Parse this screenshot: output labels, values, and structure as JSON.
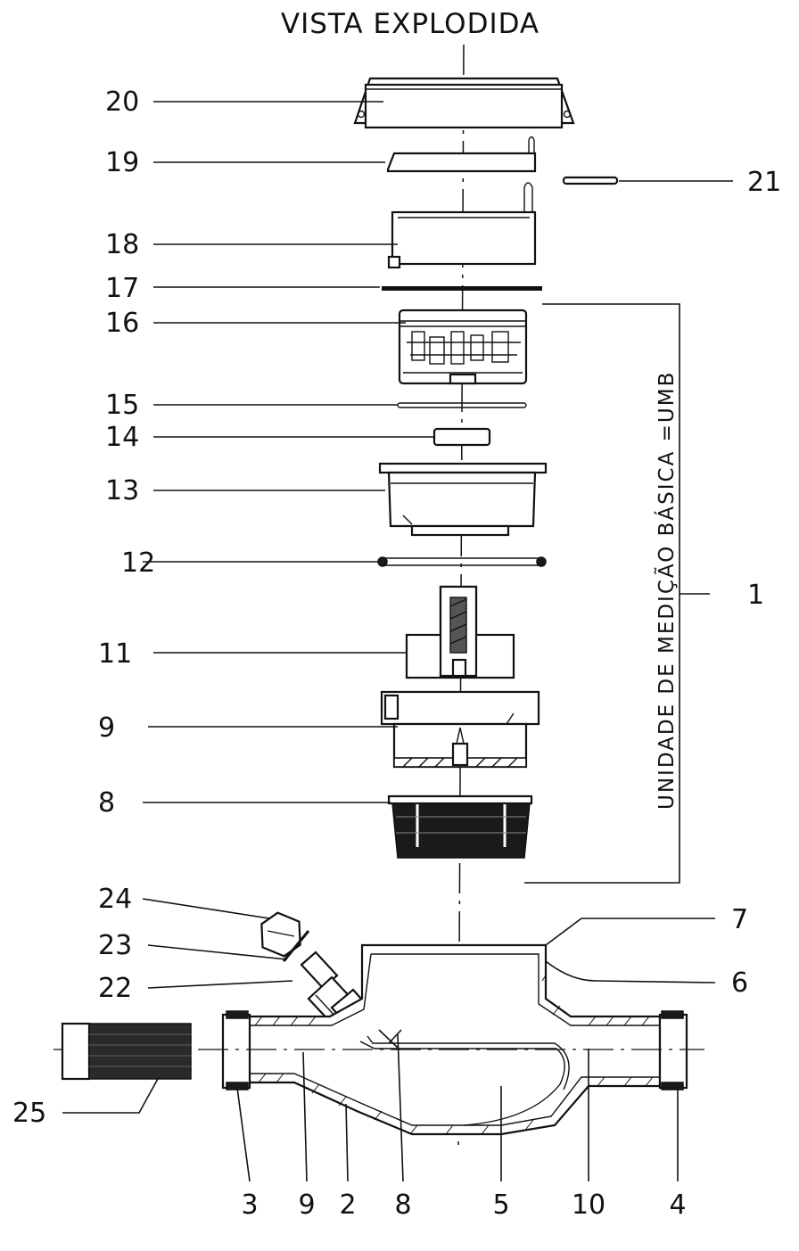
{
  "title": "VISTA EXPLODIDA",
  "bracket_label": "UNIDADE DE MEDIÇÃO BÁSICA =UMB",
  "callouts": {
    "c20": "20",
    "c19": "19",
    "c21": "21",
    "c18": "18",
    "c17": "17",
    "c16": "16",
    "c15": "15",
    "c14": "14",
    "c13": "13",
    "c12": "12",
    "c11": "11",
    "c9": "9",
    "c8": "8",
    "c1": "1",
    "c24": "24",
    "c23": "23",
    "c22": "22",
    "c7": "7",
    "c6": "6",
    "c25": "25"
  },
  "bottom_labels": [
    "3",
    "9",
    "2",
    "8",
    "5",
    "10",
    "4"
  ]
}
